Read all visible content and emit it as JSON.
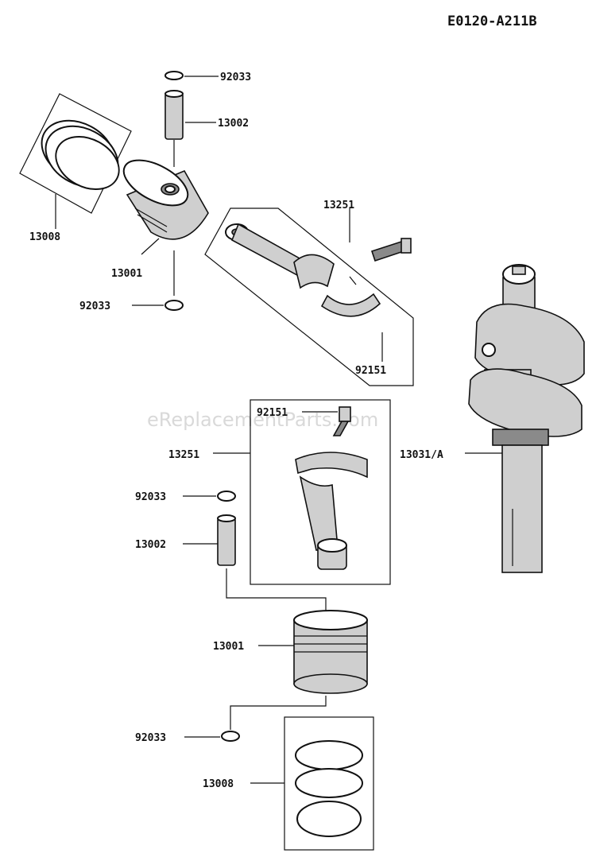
{
  "diagram_code": "E0120-A211B",
  "watermark": "eReplacementParts.com",
  "labels": {
    "snap_ring_top": "92033",
    "pin_top": "13002",
    "ring_set_top": "13008",
    "piston_top": "13001",
    "snap_ring_mid": "92033",
    "conrod_top": "13251",
    "bolt_top": "92151",
    "bolt_mid": "92151",
    "conrod_mid": "13251",
    "crankshaft": "13031/A",
    "snap_ring_low": "92033",
    "pin_low": "13002",
    "piston_low": "13001",
    "snap_ring_bottom": "92033",
    "ring_set_bottom": "13008"
  }
}
